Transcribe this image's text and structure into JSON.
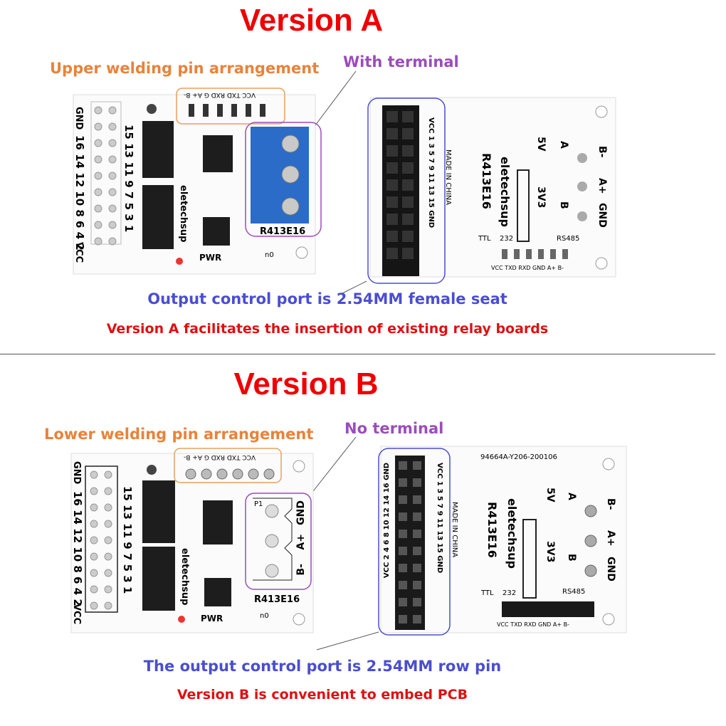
{
  "version_a": {
    "title": "Version A",
    "pin_note": "Upper welding pin arrangement",
    "terminal_note": "With terminal",
    "caption_port": "Output control port is 2.54MM female seat",
    "caption_use": "Version A facilitates the insertion of existing relay boards"
  },
  "version_b": {
    "title": "Version B",
    "pin_note": "Lower welding pin arrangement",
    "terminal_note": "No terminal",
    "caption_port": "The output control port is 2.54MM row pin",
    "caption_use": "Version B is convenient to embed PCB"
  },
  "board": {
    "model": "R413E16",
    "brand": "eletechsup",
    "pwr": "PWR",
    "made_in": "MADE IN CHINA",
    "serial": "94664A-Y206-200106",
    "side_gnd": "GND",
    "side_vcc": "VCC",
    "side_pins_left": "16 14 12 10 8 6 4 2",
    "side_pins_right": "15 13 11 9 7 5 3 1",
    "header_labels": "VCC TXD RXD GND A+ B-",
    "header_labels_top": "VCC TXD RXD G A+ B-",
    "ttl": "TTL",
    "r232": "232",
    "rs485": "RS485",
    "v5": "5V",
    "v3": "3V3",
    "jA": "A",
    "jB": "B",
    "term_gnd": "GND",
    "term_a": "A+",
    "term_b": "B-",
    "p1": "P1",
    "n0": "n0",
    "back_right_pins": "VCC 1 3 5 7 9 11 13 15 GND",
    "back_left_pins": "VCC 2 4 6 8 10 12 14 16 GND"
  },
  "colors": {
    "title_red": "#ee0000",
    "note_orange": "#e8833a",
    "note_purple": "#9b4dbb",
    "caption_blue": "#4a4ed0",
    "caption_red": "#dd1111",
    "terminal_blue": "#2a6cc8"
  }
}
